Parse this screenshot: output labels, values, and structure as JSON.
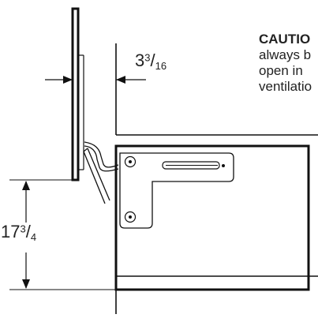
{
  "caution": {
    "heading": "CAUTIO",
    "lines": [
      "always b",
      "open in",
      "ventilatio"
    ]
  },
  "dimensions": {
    "gap": {
      "whole": "3",
      "num": "3",
      "den": "16"
    },
    "height": {
      "whole": "17",
      "num": "3",
      "den": "4"
    }
  }
}
